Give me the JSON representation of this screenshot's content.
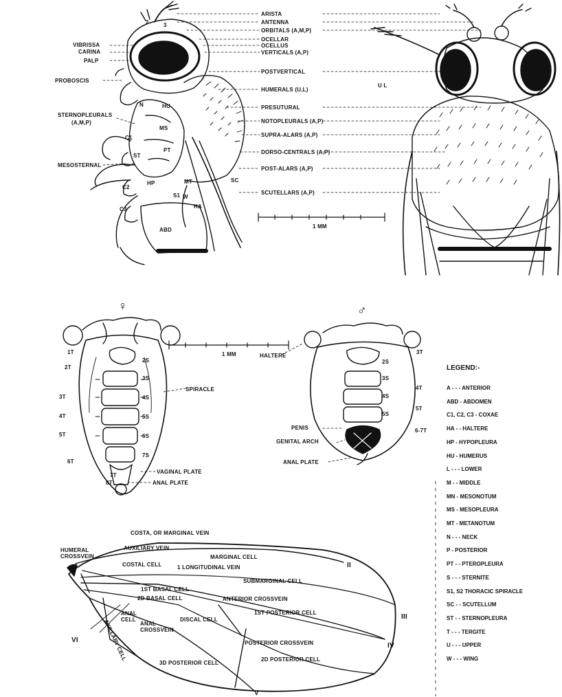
{
  "top": {
    "right_labels": [
      "ARISTA",
      "ANTENNA",
      "ORBITALS (A,M,P)",
      "OCELLAR",
      "OCELLUS",
      "VERTICALS (A,P)",
      "POSTVERTICAL",
      "HUMERALS (U,L)",
      "PRESUTURAL",
      "NOTOPLEURALS (A,P)",
      "SUPRA-ALARS (A,P)",
      "DORSO-CENTRALS (A,P)",
      "POST-ALARS (A,P)",
      "SCUTELLARS (A,P)"
    ],
    "left_labels": {
      "vibrissa": "VIBRISSA",
      "carina": "CARINA",
      "palp": "PALP",
      "proboscis": "PROBOSCIS",
      "sternopleurals": "STERNOPLEURALS",
      "sternopleurals_sub": "(A,M,P)",
      "mesosternal": "MESOSTERNAL"
    },
    "body_labels": {
      "ms": "MS",
      "pt": "PT",
      "hp": "HP",
      "st": "ST",
      "mt": "MT",
      "abd": "ABD",
      "c1": "C1",
      "c2": "C2",
      "c3": "C3",
      "n": "N",
      "hu": "HU",
      "w": "W",
      "ha": "HA",
      "s1": "S1",
      "sc": "SC",
      "ul": "U L",
      "num2": "2",
      "num3": "3"
    },
    "scale_label": "1 MM"
  },
  "middle": {
    "female_symbol": "♀",
    "male_symbol": "♂",
    "scale_label": "1 MM",
    "female_left": [
      "1T",
      "2T",
      "3T",
      "4T",
      "5T",
      "6T",
      "7T",
      "8T"
    ],
    "female_sternites": [
      "2S",
      "3S",
      "4S",
      "5S",
      "6S",
      "7S"
    ],
    "female_right": {
      "spiracle": "SPIRACLE",
      "vaginal_plate": "VAGINAL PLATE",
      "anal_plate": "ANAL PLATE"
    },
    "male_left": {
      "haltere": "HALTERE",
      "penis": "PENIS",
      "genital_arch": "GENITAL ARCH",
      "anal_plate": "ANAL PLATE"
    },
    "male_right": [
      "3T",
      "4T",
      "5T",
      "6-7T"
    ],
    "male_sternites": [
      "2S",
      "3S",
      "4S",
      "5S"
    ]
  },
  "legend": {
    "title": "LEGEND:-",
    "items": [
      "A - - - ANTERIOR",
      "ABD - ABDOMEN",
      "C1, C2, C3 - COXAE",
      "HA - - HALTERE",
      "HP - HYPOPLEURA",
      "HU - HUMERUS",
      "L - - - LOWER",
      "M - - MIDDLE",
      "MN - MESONOTUM",
      "MS - MESOPLEURA",
      "MT - METANOTUM",
      "N - - - NECK",
      "P - POSTERIOR",
      "PT - - PTEROPLEURA",
      "S - - - STERNITE",
      "S1, S2 THORACIC SPIRACLE",
      "SC - - SCUTELLUM",
      "ST - - STERNOPLEURA",
      "T - - - TERGITE",
      "U - - - UPPER",
      "W - - - WING"
    ]
  },
  "wing": {
    "labels": {
      "costa": "COSTA, OR MARGINAL VEIN",
      "humeral_crossvein": "HUMERAL CROSSVEIN",
      "auxiliary_vein": "AUXILIARY VEIN",
      "marginal_cell": "MARGINAL CELL",
      "costal_cell": "COSTAL CELL",
      "first_longitudinal": "1 LONGITUDINAL VEIN",
      "submarginal_cell": "SUBMARGINAL CELL",
      "first_basal_cell": "1ST BASAL CELL",
      "second_basal_cell": "2D BASAL CELL",
      "anterior_crossvein": "ANTERIOR CROSSVEIN",
      "first_posterior_cell": "1ST POSTERIOR CELL",
      "discal_cell": "DISCAL CELL",
      "anal_crossvein": "ANAL CROSSVEIN",
      "anal_cell": "ANAL CELL",
      "axillary_cell": "AXILLARY CELL",
      "posterior_crossvein": "POSTERIOR CROSSVEIN",
      "third_posterior_cell": "3D POSTERIOR CELL",
      "second_posterior_cell": "2D POSTERIOR CELL"
    },
    "numerals": [
      "II",
      "III",
      "IV",
      "V",
      "VI"
    ]
  }
}
